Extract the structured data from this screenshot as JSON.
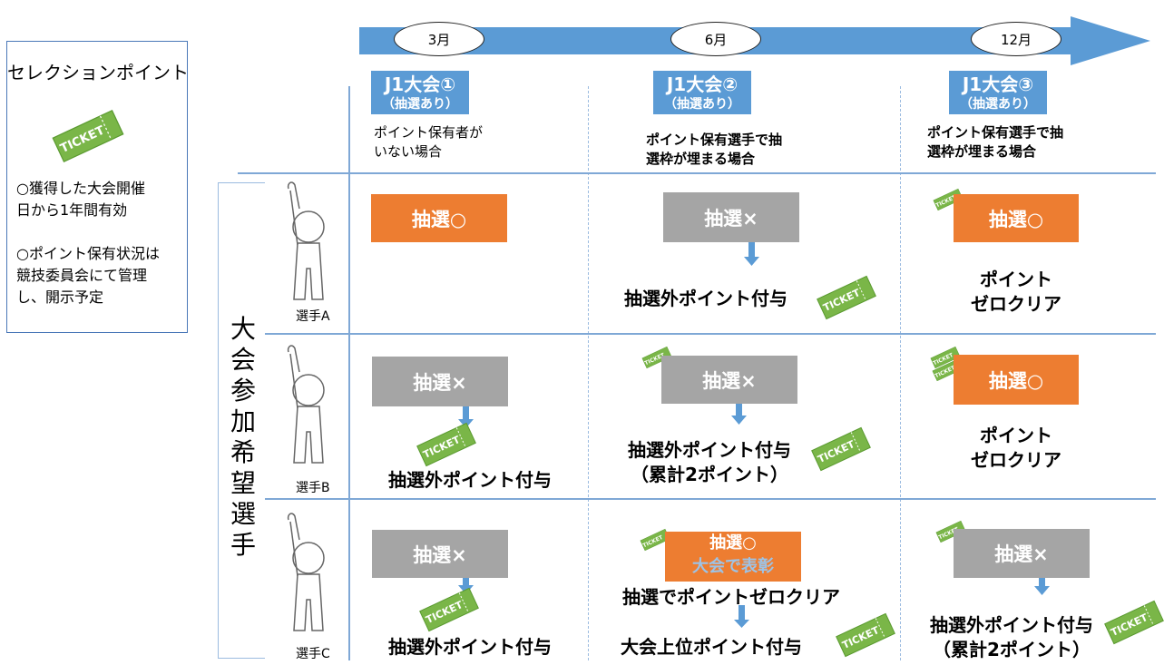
{
  "legend": {
    "title": "セレクションポイント",
    "ticket_text": "TICKET",
    "note1_line1": "○獲得した大会開催",
    "note1_line2": "日から1年間有効",
    "note2_line1": "○ポイント保有状況は",
    "note2_line2": "競技委員会にて管理",
    "note2_line3": "し、開示予定"
  },
  "timeline": {
    "months": [
      "3月",
      "6月",
      "12月"
    ]
  },
  "events": [
    {
      "name": "J1大会①",
      "sub": "（抽選あり）",
      "cond1": "ポイント保有者が",
      "cond2": "いない場合"
    },
    {
      "name": "J1大会②",
      "sub": "（抽選あり）",
      "cond1": "ポイント保有選手で抽",
      "cond2": "選枠が埋まる場合"
    },
    {
      "name": "J1大会③",
      "sub": "（抽選あり）",
      "cond1": "ポイント保有選手で抽",
      "cond2": "選枠が埋まる場合"
    }
  ],
  "side_label": [
    "大",
    "会",
    "参",
    "加",
    "希",
    "望",
    "選",
    "手"
  ],
  "players": [
    "選手A",
    "選手B",
    "選手C"
  ],
  "cells": {
    "a1": {
      "box": "抽選○"
    },
    "a2": {
      "box": "抽選×",
      "result": "抽選外ポイント付与"
    },
    "a3": {
      "box": "抽選○",
      "result1": "ポイント",
      "result2": "ゼロクリア"
    },
    "b1": {
      "box": "抽選×",
      "result": "抽選外ポイント付与"
    },
    "b2": {
      "box": "抽選×",
      "result1": "抽選外ポイント付与",
      "result2": "（累計2ポイント）"
    },
    "b3": {
      "box": "抽選○",
      "result1": "ポイント",
      "result2": "ゼロクリア"
    },
    "c1": {
      "box": "抽選×",
      "result": "抽選外ポイント付与"
    },
    "c2": {
      "box1": "抽選○",
      "box2": "大会で表彰",
      "result1": "抽選でポイントゼロクリア",
      "result2": "大会上位ポイント付与"
    },
    "c3": {
      "box": "抽選×",
      "result1": "抽選外ポイント付与",
      "result2": "（累計2ポイント）"
    }
  },
  "colors": {
    "orange": "#ed7d31",
    "gray": "#a5a5a5",
    "blue": "#5b9bd5",
    "ticket": "#7ab648"
  }
}
